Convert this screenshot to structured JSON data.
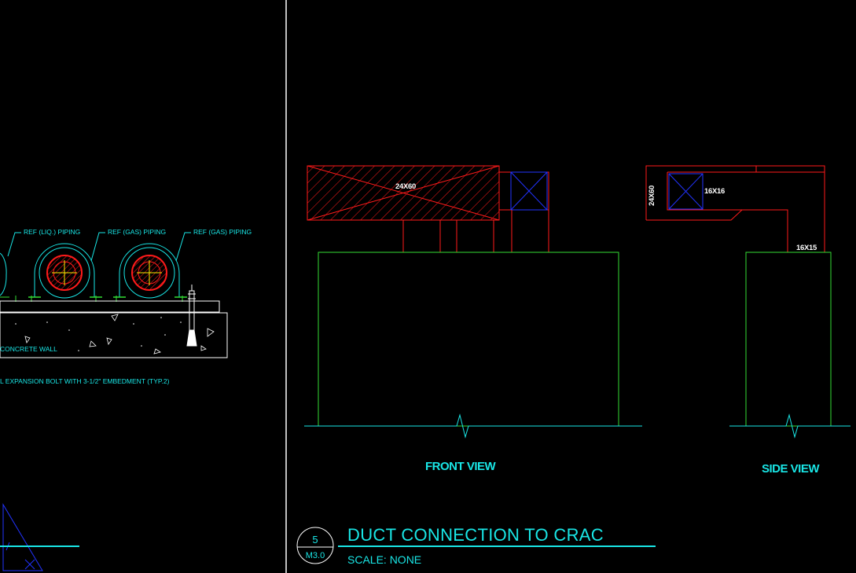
{
  "colors": {
    "background": "#000000",
    "cyan": "#19e6e6",
    "red": "#ff1a1a",
    "green": "#33dd33",
    "blue": "#2233ff",
    "white": "#ffffff",
    "yellow": "#ffee00"
  },
  "left_detail": {
    "labels": {
      "ref_liq": "REF (LIQ.) PIPING",
      "ref_gas_1": "REF (GAS) PIPING",
      "ref_gas_2": "REF (GAS) PIPING",
      "concrete": "CONCRETE WALL",
      "bolt": "L EXPANSION BOLT WITH 3-1/2\" EMBEDMENT (TYP.2)"
    }
  },
  "front_view": {
    "label": "FRONT VIEW",
    "duct_size": "24X60"
  },
  "side_view": {
    "label": "SIDE VIEW",
    "duct_size_vertical": "24X60",
    "duct_size_small": "16X16",
    "duct_size_bottom": "16X15"
  },
  "title_block": {
    "detail_number": "5",
    "sheet_number": "M3.0",
    "title": "DUCT CONNECTION TO CRAC",
    "scale": "SCALE: NONE"
  }
}
